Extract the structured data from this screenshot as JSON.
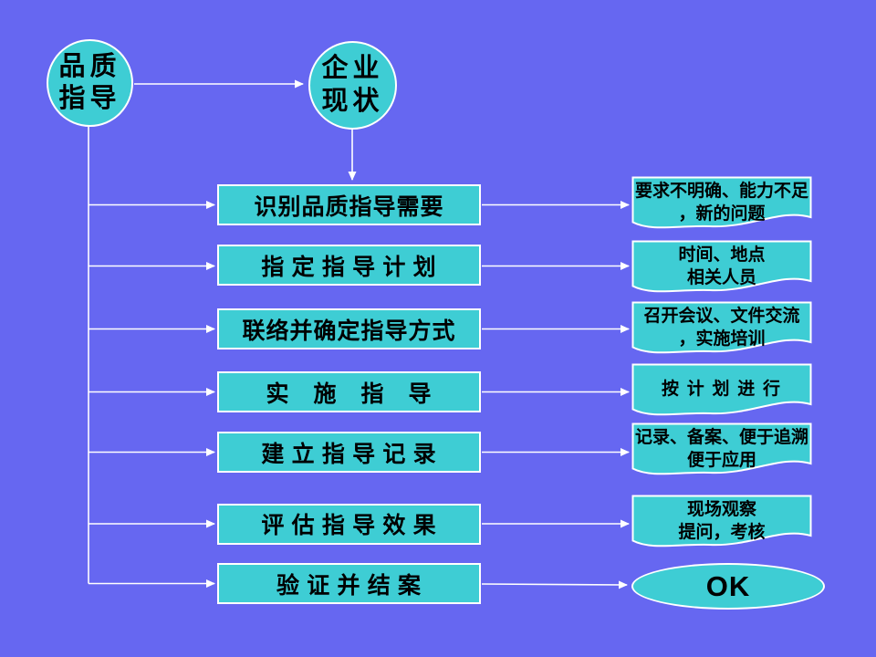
{
  "slide": {
    "background": "#6667F1",
    "shape_fill": "#3ECDD4",
    "shape_border": "#FFFFFF",
    "connector_color": "#FFFFFF",
    "text_color": "#000000"
  },
  "flow": {
    "source": {
      "line1": "品质",
      "line2": "指导"
    },
    "context": {
      "line1": "企业",
      "line2": "现状"
    },
    "steps": [
      {
        "box": "识别品质指导需要",
        "note1": "要求不明确、能力不足",
        "note2": "，新的问题"
      },
      {
        "box": "指 定 指 导 计 划",
        "note1": "时间、地点",
        "note2": "相关人员"
      },
      {
        "box": "联络并确定指导方式",
        "note1": "召开会议、文件交流",
        "note2": "，实施培训"
      },
      {
        "box": "实　施　指　导",
        "note1": "按 计 划 进 行",
        "note2": ""
      },
      {
        "box": "建 立 指 导 记 录",
        "note1": "记录、备案、便于追溯",
        "note2": "便于应用"
      },
      {
        "box": "评 估 指 导 效 果",
        "note1": "现场观察",
        "note2": "提问，考核"
      },
      {
        "box": "验 证 并 结 案"
      }
    ],
    "ok_label": "OK"
  }
}
